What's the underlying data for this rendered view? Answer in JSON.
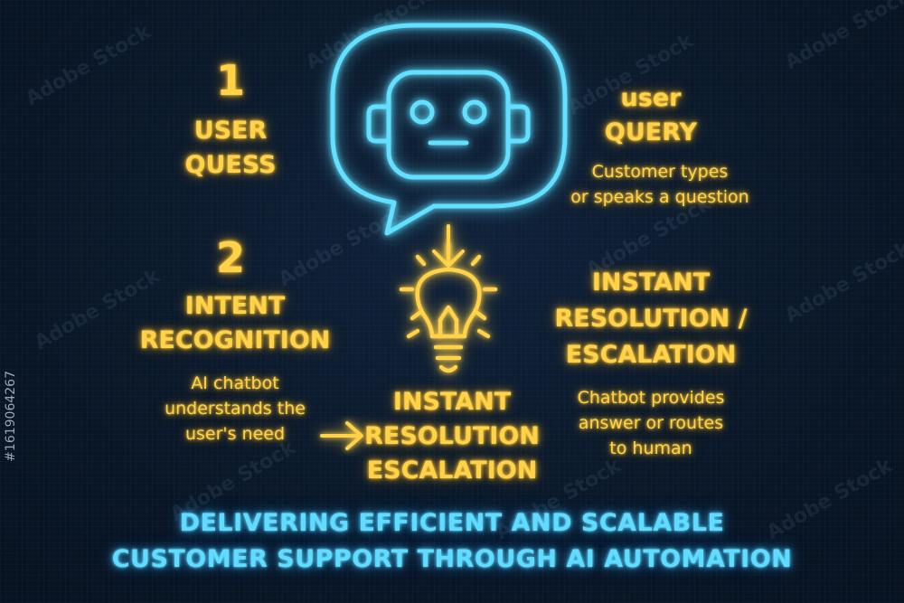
{
  "step1": {
    "number": "1",
    "title_line1": "USER",
    "title_line2": "QUESS"
  },
  "step1_right": {
    "title_line1": "user",
    "title_line2": "QUERY",
    "desc_line1": "Customer types",
    "desc_line2": "or speaks a question"
  },
  "step2": {
    "number": "2",
    "title_line1": "INTENT",
    "title_line2": "RECOGNITION",
    "desc_line1": "AI chatbot",
    "desc_line2": "understands the",
    "desc_line3": "user's need"
  },
  "center": {
    "title_line1": "INSTANT",
    "title_line2": "RESOLUTION",
    "title_line3": "ESCALATION"
  },
  "step3_right": {
    "title_line1": "INSTANT",
    "title_line2": "RESOLUTION /",
    "title_line3": "ESCALATION",
    "desc_line1": "Chatbot provides",
    "desc_line2": "answer or routes",
    "desc_line3": "to human"
  },
  "footer": {
    "line1": "DELIVERING EFFICIENT AND SCALABLE",
    "line2": "CUSTOMER SUPPORT THROUGH AI AUTOMATION"
  },
  "watermark_text": "Adobe Stock",
  "side_id": "#1619064267",
  "icons": {
    "chat_bubble": "chat-bubble-icon",
    "robot": "robot-face-icon",
    "lightbulb": "lightbulb-icon",
    "arrow_down": "arrow-down-icon",
    "arrow_right": "arrow-right-icon"
  },
  "colors": {
    "yellow_neon": "#ffd24a",
    "blue_neon": "#5fdcff",
    "background": "#0b1828"
  }
}
